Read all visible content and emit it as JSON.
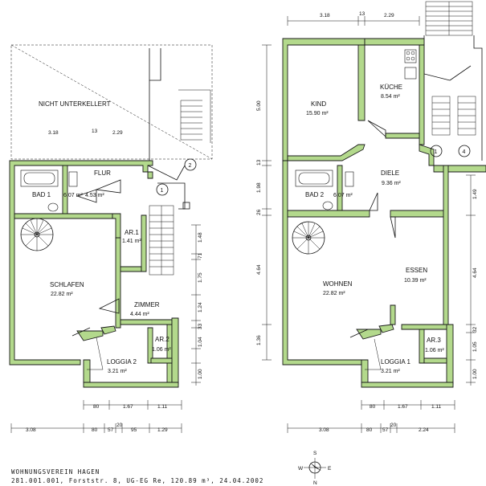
{
  "colors": {
    "wall": "#b3d98c",
    "line": "#111111",
    "background": "#ffffff"
  },
  "left_plan": {
    "labels": {
      "unterkellert": "NICHT UNTERKELLERT",
      "bad_name": "BAD 1",
      "bad_area": "6.07 m²",
      "flur_name": "FLUR",
      "flur_area": "4.53 m²",
      "ar1_name": "AR.1",
      "ar1_area": "1.41 m²",
      "schlafen_name": "SCHLAFEN",
      "schlafen_area": "22.82 m²",
      "zimmer_name": "ZIMMER",
      "zimmer_area": "4.44 m²",
      "ar2_name": "AR.2",
      "ar2_area": "1.06 m²",
      "loggia_name": "LOGGIA 2",
      "loggia_area": "3.21 m²"
    },
    "dims": {
      "top_a": "3.18",
      "top_b": "13",
      "top_c": "2.29",
      "right_1": "1.48",
      "right_2": "71",
      "right_3": "1.75",
      "right_4": "1.24",
      "right_5": "33",
      "right_6": "1.04",
      "right_7": "1.00",
      "bottom1_a": "80",
      "bottom1_b": "1.67",
      "bottom1_c": "1.11",
      "bottom2_a": "3.08",
      "bottom2_b": "80",
      "bottom2_c": "57",
      "bottom2_d": "20",
      "bottom2_e": "95",
      "bottom2_f": "1.29"
    },
    "markers": {
      "m1": "1",
      "m2": "2"
    }
  },
  "right_plan": {
    "labels": {
      "kind_name": "KIND",
      "kind_area": "15.90 m²",
      "kueche_name": "KÜCHE",
      "kueche_area": "8.54 m²",
      "diele_name": "DIELE",
      "diele_area": "9.36 m²",
      "bad_name": "BAD 2",
      "bad_area": "6.07 m²",
      "wohnen_name": "WOHNEN",
      "wohnen_area": "22.82 m²",
      "essen_name": "ESSEN",
      "essen_area": "10.39 m²",
      "ar3_name": "AR.3",
      "ar3_area": "1.06 m²",
      "loggia_name": "LOGGIA 1",
      "loggia_area": "3.21 m²"
    },
    "dims": {
      "top_a": "3.18",
      "top_b": "13",
      "top_c": "2.29",
      "left_1": "5.00",
      "left_2": "13",
      "left_3": "1.98",
      "left_4": "26",
      "left_5": "4.64",
      "left_6": "1.36",
      "right_1": "1.49",
      "right_2": "4.64",
      "right_3": "32",
      "right_4": "1.05",
      "right_5": "1.00",
      "bottom1_a": "80",
      "bottom1_b": "1.67",
      "bottom1_c": "1.11",
      "bottom2_a": "3.08",
      "bottom2_b": "80",
      "bottom2_c": "57",
      "bottom2_d": "20",
      "bottom2_e": "2.24"
    },
    "markers": {
      "m1": "1",
      "m4": "4"
    }
  },
  "compass": {
    "n": "N",
    "s": "S",
    "e": "E",
    "w": "W"
  },
  "footer": {
    "line1": "WOHNUNGSVEREIN HAGEN",
    "line2": "281.001.001, Forststr. 8, UG-EG Re, 120.89 m³, 24.04.2002"
  }
}
